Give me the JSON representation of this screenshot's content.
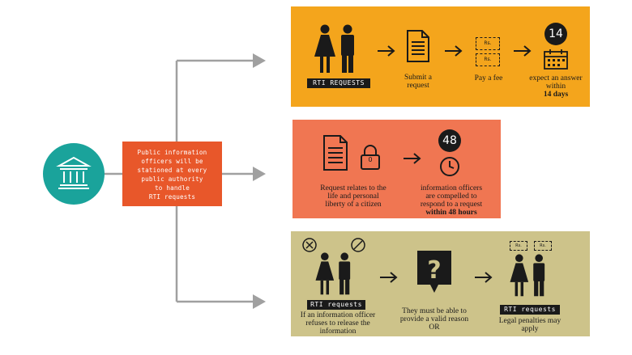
{
  "hub": {
    "lines": [
      "Public information",
      "officers will be",
      "stationed at every",
      "public authority",
      "to handle",
      "RTI requests"
    ]
  },
  "row1": {
    "tag": "RTI REQUESTS",
    "step1": "Submit a request",
    "step2": "Pay a fee",
    "fee_note": "Rs.",
    "step3_a": "expect an answer within",
    "step3_b": "14 days",
    "badge": "14"
  },
  "row2": {
    "step1": "Request relates to the life and personal liberty of a citizen",
    "lock_label": "0",
    "badge": "48",
    "step2_a": "information officers are compelled to respond to a request",
    "step2_b": "within 48 hours"
  },
  "row3": {
    "tag1": "RTI requests",
    "step1": "If an information officer refuses to release the information",
    "step2": "They must be able to provide a valid reason OR",
    "tag2": "RTI requests",
    "step3": "Legal penalties may apply",
    "fee_note": "Rs."
  },
  "colors": {
    "teal": "#1aa39b",
    "hub_red": "#e8572a",
    "row1_yellow": "#f4a51c",
    "row2_orange": "#f07652",
    "row3_khaki": "#cdc38a",
    "connector_gray": "#a0a0a0",
    "ink": "#1a1a1a"
  },
  "icons": [
    "bank-icon",
    "person-icon",
    "document-icon",
    "fee-note-icon",
    "calendar-icon",
    "lock-icon",
    "clock-icon",
    "question-icon",
    "cross-icon",
    "forbidden-icon",
    "arrow-right-icon"
  ]
}
